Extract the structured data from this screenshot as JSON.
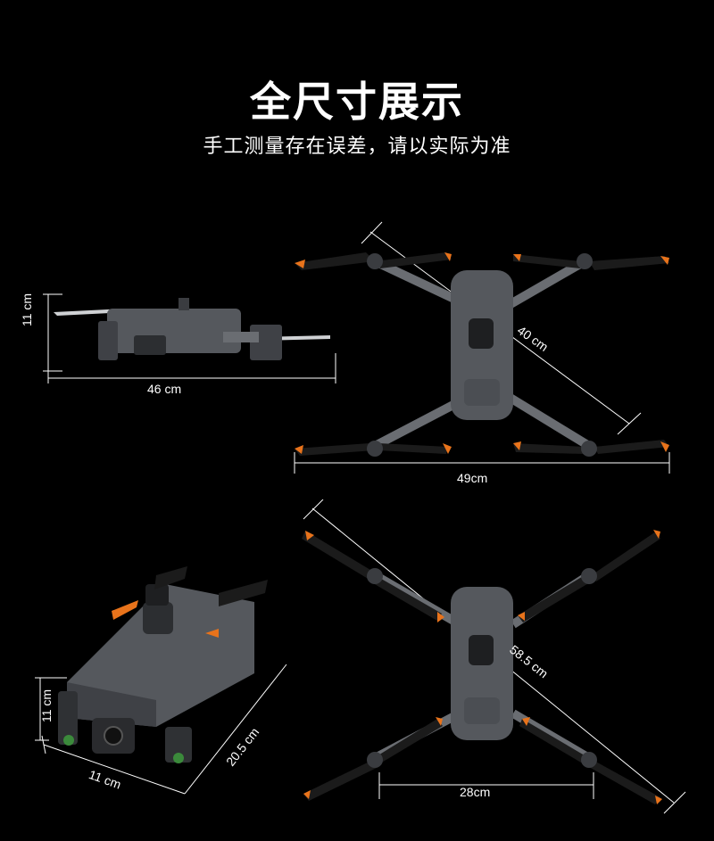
{
  "title": "全尺寸展示",
  "subtitle": "手工测量存在误差，请以实际为准",
  "views": {
    "side": {
      "height_label": "11 cm",
      "length_label": "46 cm"
    },
    "top_folded": {
      "diagonal_label": "40 cm",
      "width_label": "49cm"
    },
    "angled": {
      "height_label": "11 cm",
      "width_label": "11 cm",
      "length_label": "20.5 cm"
    },
    "top_unfolded": {
      "diagonal_label": "58.5 cm",
      "width_label": "28cm"
    }
  },
  "colors": {
    "background": "#000000",
    "body": "#55585d",
    "propeller": "#1b1b1b",
    "tip": "#e8731b"
  }
}
